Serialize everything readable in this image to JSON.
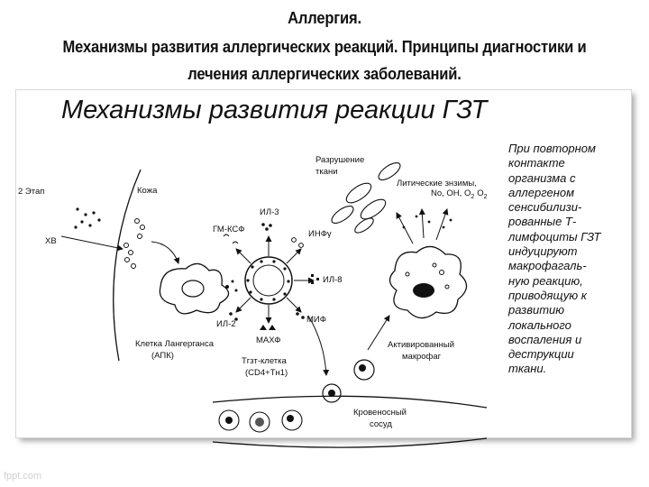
{
  "header": {
    "line1": "Аллергия.",
    "line2": "Механизмы развития аллергических реакций. Принципы диагностики и",
    "line3": "лечения аллергических заболеваний."
  },
  "slide": {
    "title": "Механизмы развития реакции ГЗТ",
    "side_text_lines": [
      "При повторном",
      "контакте",
      "организма с",
      "аллергеном",
      "сенсибилизи-",
      "рованные Т-",
      "лимфоциты ГЗТ",
      "индуцируют",
      "макрофагаль-",
      "ную реакцию,",
      "приводящую к",
      "развитию",
      "локального",
      "воспаления и",
      "деструкции",
      "ткани."
    ]
  },
  "diagram": {
    "labels": {
      "stage": "2 Этап",
      "skin": "Кожа",
      "hv": "ХВ",
      "tissue_destruction_1": "Разрушение",
      "tissue_destruction_2": "ткани",
      "lytic_enzymes": "Литические знзимы,",
      "radicals": "No, OH, O",
      "o2_sub": "2",
      "o2_dot": "O",
      "o2_dot_sub": "2",
      "il3": "ИЛ-3",
      "gmcsf": "ГМ-КСФ",
      "ifn": "ИНФγ",
      "il8": "ИЛ-8",
      "mif": "МИФ",
      "il2": "ИЛ-2",
      "mahf": "МАХФ",
      "langerhans_1": "Клетка Лангерганса",
      "langerhans_2": "(АПК)",
      "tcell_1": "Тгзт-клетка",
      "tcell_2": "(CD4+Тн1)",
      "macrophage_1": "Активированный",
      "macrophage_2": "макрофаг",
      "vessel_1": "Кровеносный",
      "vessel_2": "сосуд"
    }
  },
  "watermark": "fppt.com"
}
